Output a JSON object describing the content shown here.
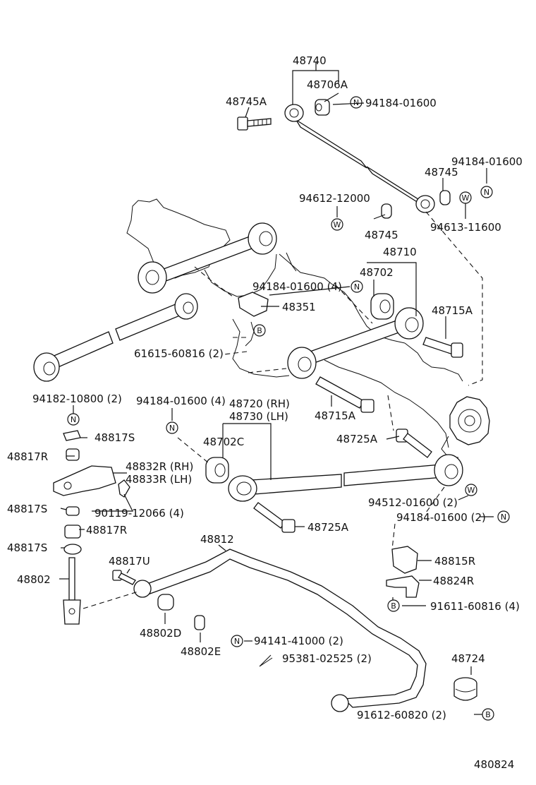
{
  "diagram_id": "480824",
  "labels": [
    {
      "id": "p48740",
      "text": "48740"
    },
    {
      "id": "p48706A",
      "text": "48706A"
    },
    {
      "id": "p48745A",
      "text": "48745A"
    },
    {
      "id": "p94184_01600_top",
      "text": "94184-01600"
    },
    {
      "id": "p94184_01600_right",
      "text": "94184-01600"
    },
    {
      "id": "p48745_upper",
      "text": "48745"
    },
    {
      "id": "p94612_12000",
      "text": "94612-12000"
    },
    {
      "id": "p94613_11600",
      "text": "94613-11600"
    },
    {
      "id": "p48745_lower",
      "text": "48745"
    },
    {
      "id": "p48710",
      "text": "48710"
    },
    {
      "id": "p48702",
      "text": "48702"
    },
    {
      "id": "p94184_01600_4_mid",
      "text": "94184-01600 (4)"
    },
    {
      "id": "p48351",
      "text": "48351"
    },
    {
      "id": "p48715A_right",
      "text": "48715A"
    },
    {
      "id": "p61615_60816",
      "text": "61615-60816 (2)"
    },
    {
      "id": "p94182_10800",
      "text": "94182-10800 (2)"
    },
    {
      "id": "p94184_01600_4_left",
      "text": "94184-01600 (4)"
    },
    {
      "id": "p48720",
      "text": "48720 (RH)"
    },
    {
      "id": "p48730",
      "text": "48730 (LH)"
    },
    {
      "id": "p48715A_lower",
      "text": "48715A"
    },
    {
      "id": "p48817S_top",
      "text": "48817S"
    },
    {
      "id": "p48702C",
      "text": "48702C"
    },
    {
      "id": "p48725A_right",
      "text": "48725A"
    },
    {
      "id": "p48817R_top",
      "text": "48817R"
    },
    {
      "id": "p48832R",
      "text": "48832R (RH)"
    },
    {
      "id": "p48833R",
      "text": "48833R (LH)"
    },
    {
      "id": "p48817S_mid",
      "text": "48817S"
    },
    {
      "id": "p90119_12066",
      "text": "90119-12066 (4)"
    },
    {
      "id": "p94512_01600",
      "text": "94512-01600 (2)"
    },
    {
      "id": "p94184_01600_2",
      "text": "94184-01600 (2)"
    },
    {
      "id": "p48725A_lower",
      "text": "48725A"
    },
    {
      "id": "p48817R_low",
      "text": "48817R"
    },
    {
      "id": "p48812",
      "text": "48812"
    },
    {
      "id": "p48817S_low",
      "text": "48817S"
    },
    {
      "id": "p48817U",
      "text": "48817U"
    },
    {
      "id": "p48815R",
      "text": "48815R"
    },
    {
      "id": "p48802",
      "text": "48802"
    },
    {
      "id": "p48824R",
      "text": "48824R"
    },
    {
      "id": "p91611_60816",
      "text": "91611-60816 (4)"
    },
    {
      "id": "p48802D",
      "text": "48802D"
    },
    {
      "id": "p94141_41000",
      "text": "94141-41000 (2)"
    },
    {
      "id": "p48802E",
      "text": "48802E"
    },
    {
      "id": "p95381_02525",
      "text": "95381-02525 (2)"
    },
    {
      "id": "p48724",
      "text": "48724"
    },
    {
      "id": "p91612_60820",
      "text": "91612-60820 (2)"
    }
  ],
  "symbols": {
    "nut": "N",
    "washer": "W",
    "bolt": "B"
  }
}
